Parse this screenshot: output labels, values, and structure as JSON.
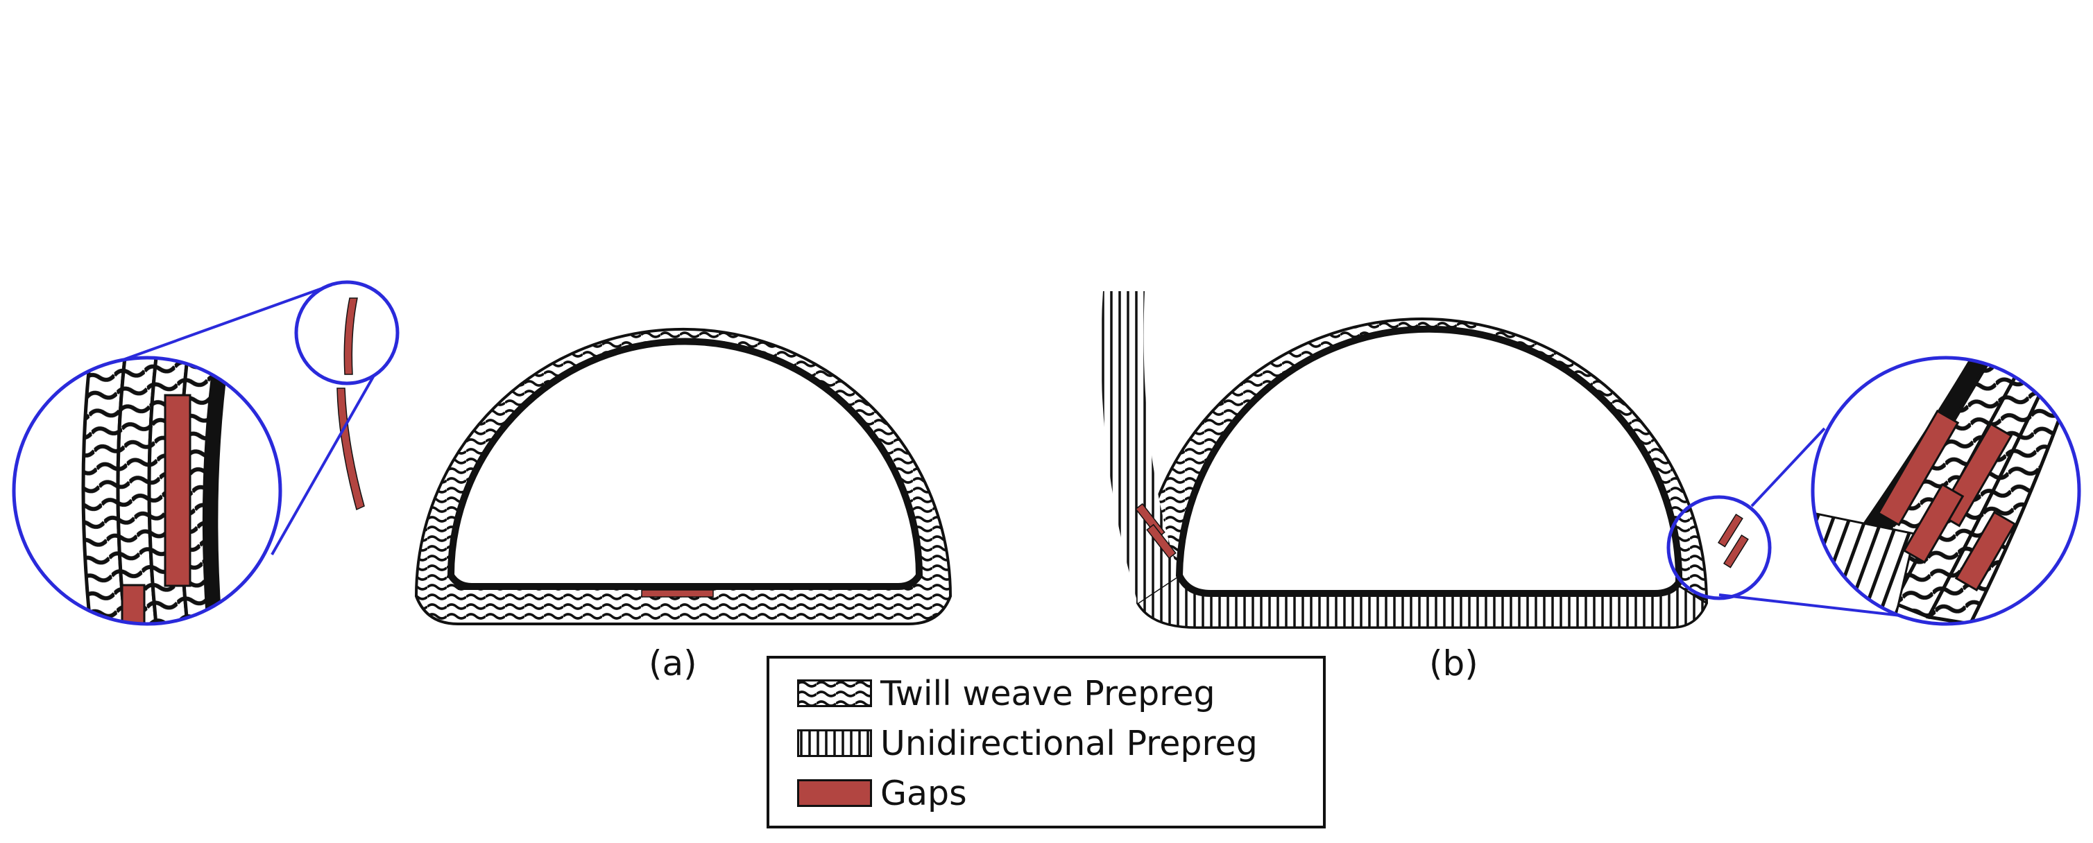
{
  "figure": {
    "panel_a_label": "(a)",
    "panel_b_label": "(b)"
  },
  "legend": {
    "items": [
      {
        "label": "Twill weave Prepreg",
        "pattern": "twill-weave-hatch"
      },
      {
        "label": "Unidirectional Prepreg",
        "pattern": "unidirectional-hatch"
      },
      {
        "label": "Gaps",
        "color": "#b24541"
      }
    ]
  },
  "colors": {
    "gap": "#b24541",
    "zoom_outline": "#2a2adb",
    "outline": "#111111"
  }
}
